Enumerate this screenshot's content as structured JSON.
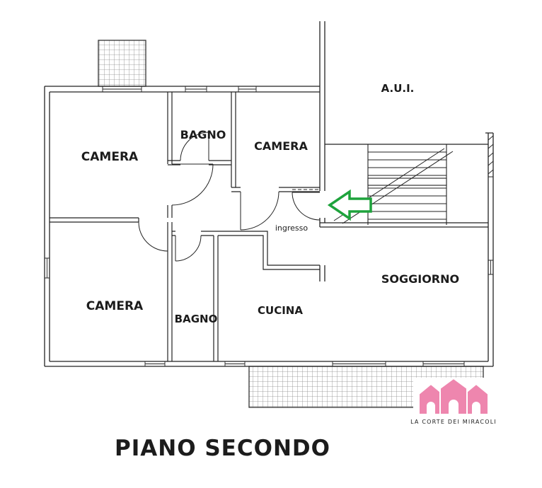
{
  "title": "PIANO SECONDO",
  "rooms": {
    "camera_top_left": "CAMERA",
    "bagno_top": "BAGNO",
    "camera_top_right": "CAMERA",
    "aui": "A.U.I.",
    "soggiorno": "SOGGIORNO",
    "camera_bottom_left": "CAMERA",
    "bagno_bottom": "BAGNO",
    "cucina": "CUCINA",
    "ingresso": "ingresso"
  },
  "logo": {
    "text": "LA CORTE DEI MIRACOLI"
  },
  "colors": {
    "arrow_green": "#1ea33c",
    "logo_pink": "#ee86ae",
    "walls": "#222222"
  }
}
